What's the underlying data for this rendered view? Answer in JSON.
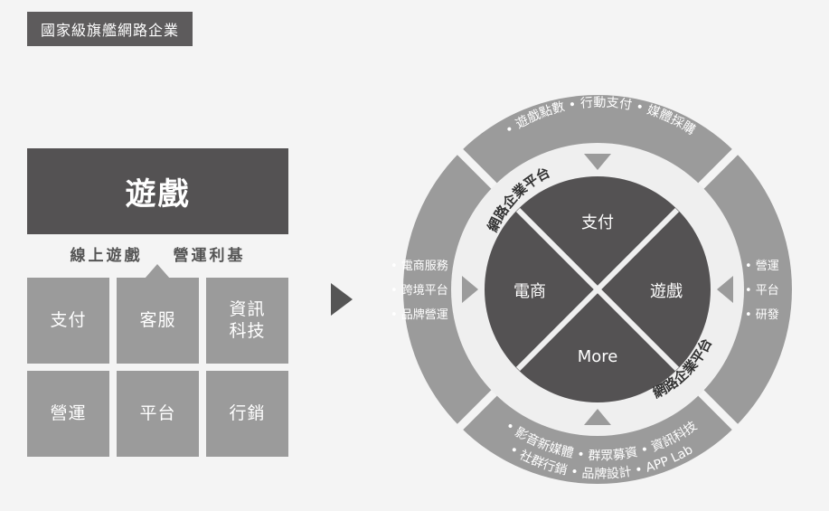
{
  "tag": "國家級旗艦網路企業",
  "left": {
    "hero": "遊戲",
    "sub_left": "線上遊戲",
    "sub_right": "營運利基",
    "cells": [
      "支付",
      "客服",
      "資訊\n科技",
      "營運",
      "平台",
      "行銷"
    ]
  },
  "circle": {
    "quadrants": {
      "top": "支付",
      "left": "電商",
      "right": "遊戲",
      "bottom": "More"
    },
    "ring_label_upper": "網路企業平台",
    "ring_label_lower": "網路企業平台",
    "segment_top": "• 遊戲點數 • 行動支付 • 媒體採購",
    "segment_left": [
      "• 電商服務",
      "• 跨境平台",
      "• 品牌營運"
    ],
    "segment_right": [
      "• 營運",
      "• 平台",
      "• 研發"
    ],
    "segment_bottom_line1": "• 影音新媒體 • 群眾募資 • 資訊科技",
    "segment_bottom_line2": "• 社群行銷 • 品牌設計 • APP Lab"
  },
  "colors": {
    "dark": "#545253",
    "mid": "#9b9b9b",
    "light": "#efefef",
    "background": "#f4f4f4"
  }
}
